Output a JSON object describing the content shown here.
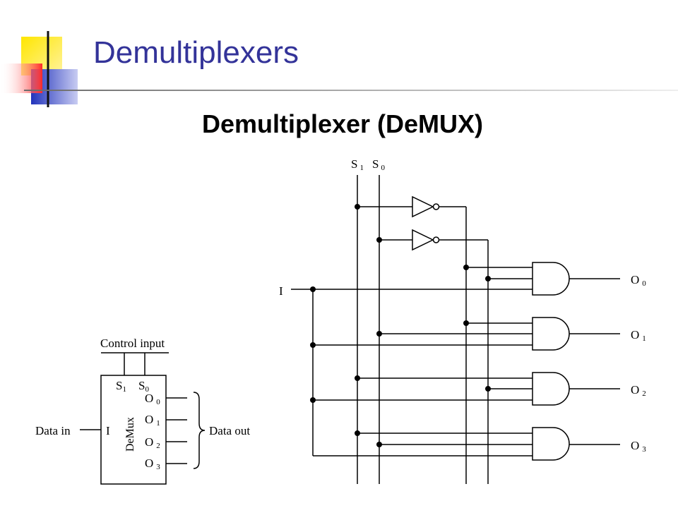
{
  "slide": {
    "title": "Demultiplexers",
    "subtitle": "Demultiplexer (DeMUX)"
  },
  "block": {
    "control_label": "Control input",
    "s1": "S",
    "s1_sub": "1",
    "s0": "S",
    "s0_sub": "0",
    "name": "DeMux",
    "data_in_label": "Data in",
    "input_pin": "I",
    "data_out_label": "Data out",
    "outputs": [
      {
        "letter": "O",
        "sub": "0"
      },
      {
        "letter": "O",
        "sub": "1"
      },
      {
        "letter": "O",
        "sub": "2"
      },
      {
        "letter": "O",
        "sub": "3"
      }
    ]
  },
  "circuit": {
    "s1": "S",
    "s1_sub": "1",
    "s0": "S",
    "s0_sub": "0",
    "input_label": "I",
    "outputs": [
      {
        "letter": "O",
        "sub": "0"
      },
      {
        "letter": "O",
        "sub": "1"
      },
      {
        "letter": "O",
        "sub": "2"
      },
      {
        "letter": "O",
        "sub": "3"
      }
    ]
  },
  "colors": {
    "title": "#333399",
    "logo_yellow": "#ffd800",
    "logo_red": "#ff3333",
    "logo_blue": "#3344cc"
  }
}
